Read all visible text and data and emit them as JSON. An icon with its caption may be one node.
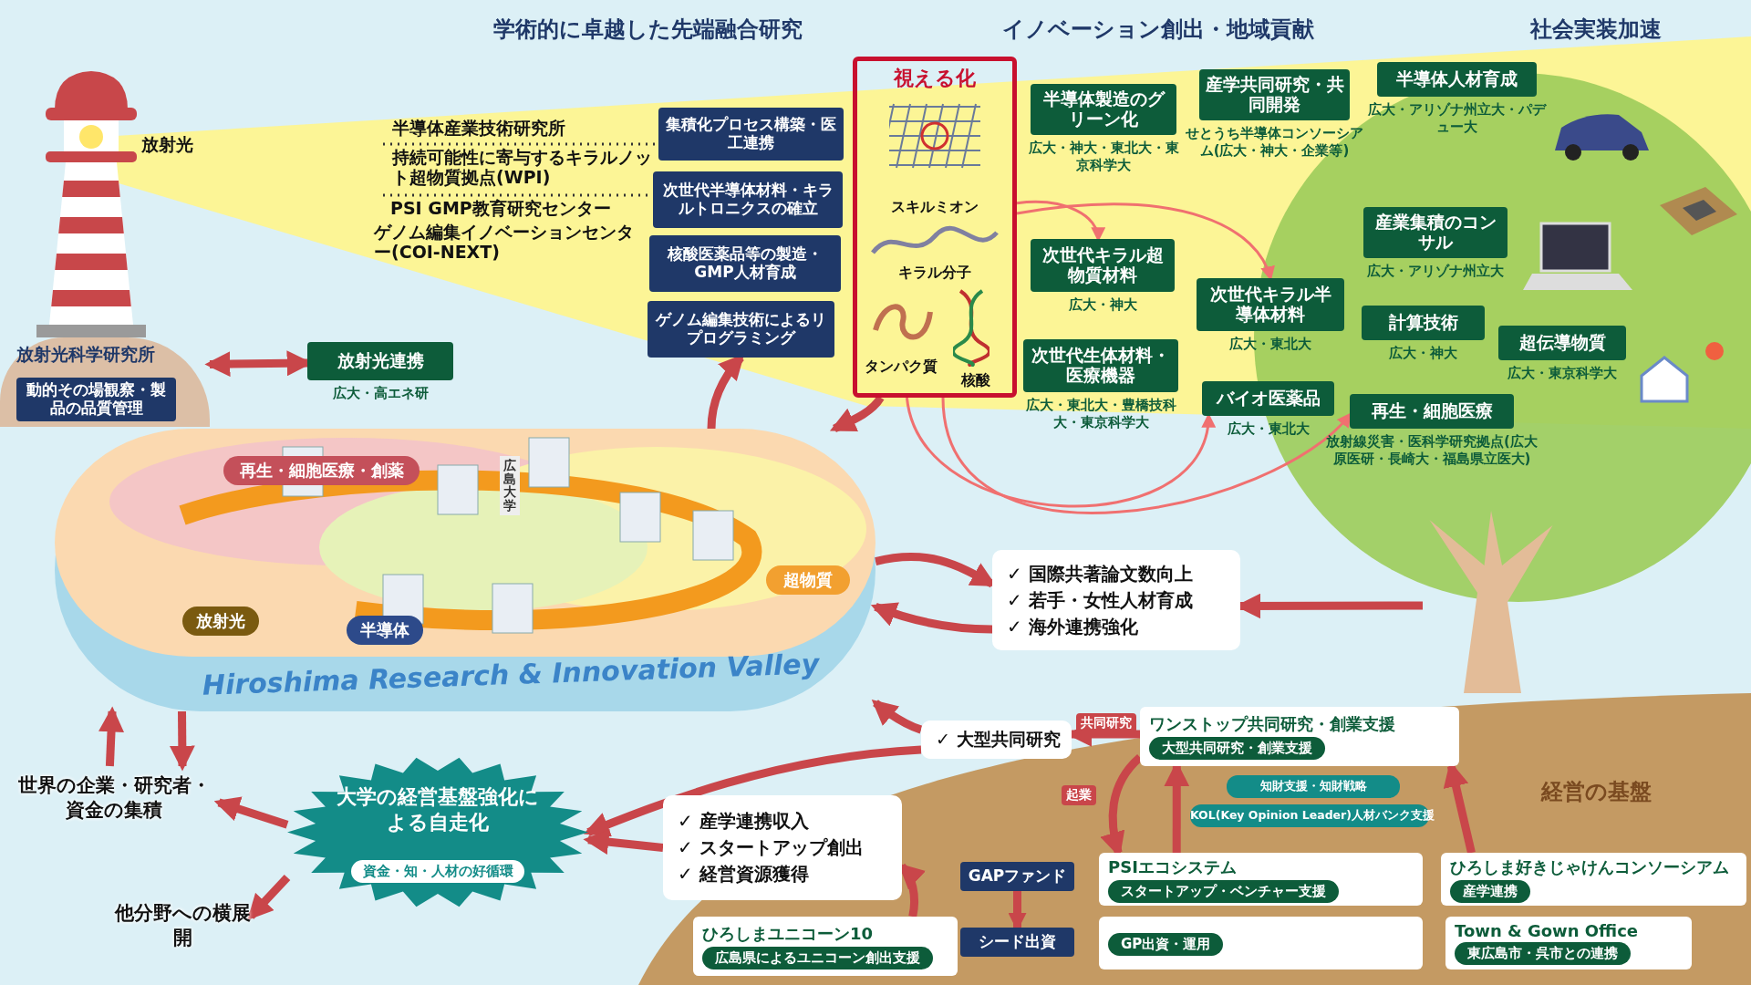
{
  "diagram": {
    "nodes": [
      {
        "text": [
          "放射光科学研究所"
        ]
      },
      {
        "text": [
          "動的その場観察・製品の品質管理"
        ],
        "in": 0
      },
      {
        "text": [
          "放射光連携"
        ],
        "beside": [
          "広大・高エネ研"
        ]
      },
      {
        "text": [
          "集積化プロセス構築・医工連携"
        ]
      },
      {
        "text": [
          "次世代半導体材料・キラルトロニクスの確立"
        ]
      },
      {
        "text": [
          "核酸医薬品等の製造・GMP人材育成"
        ]
      },
      {
        "text": [
          "ゲノム編集技術によるリプログラミング"
        ]
      },
      {
        "text": [
          "視える化",
          "スキルミオン",
          "キラル分子",
          "タンパク質",
          "核酸"
        ]
      },
      {
        "text": [
          "半導体製造のグリーン化"
        ],
        "beside": [
          "広大・神大・東北大・東京科学大"
        ]
      },
      {
        "text": [
          "産学共同研究・共同開発"
        ],
        "beside": [
          "せとうち半導体コンソーシアム(広大・神大・企業等)"
        ]
      },
      {
        "text": [
          "半導体人材育成"
        ],
        "beside": [
          "広大・アリゾナ州立大・パデュー大"
        ]
      },
      {
        "text": [
          "次世代キラル超物質材料"
        ],
        "beside": [
          "広大・神大"
        ]
      },
      {
        "text": [
          "次世代キラル半導体材料"
        ],
        "beside": [
          "広大・東北大"
        ]
      },
      {
        "text": [
          "産業集積のコンサル"
        ],
        "beside": [
          "広大・アリゾナ州立大"
        ]
      },
      {
        "text": [
          "計算技術"
        ],
        "beside": [
          "広大・神大"
        ]
      },
      {
        "text": [
          "超伝導物質"
        ],
        "beside": [
          "広大・東京科学大"
        ]
      },
      {
        "text": [
          "次世代生体材料・医療機器"
        ],
        "beside": [
          "広大・東北大・豊橋技科大・東京科学大"
        ]
      },
      {
        "text": [
          "バイオ医薬品"
        ],
        "beside": [
          "広大・東北大"
        ]
      },
      {
        "text": [
          "再生・細胞医療"
        ],
        "beside": [
          "放射線災害・医科学研究拠点(広大原医研・長崎大・福島県立医大)"
        ]
      },
      {
        "text": [
          "Hiroshima Research & Innovation Valley"
        ]
      },
      {
        "text": [
          "再生・細胞医療・創薬"
        ],
        "in": 19
      },
      {
        "text": [
          "放射光"
        ],
        "in": 19
      },
      {
        "text": [
          "半導体"
        ],
        "in": 19
      },
      {
        "text": [
          "超物質"
        ],
        "in": 19
      },
      {
        "text": [
          "✓ 国際共著論文数向上",
          "✓ 若手・女性人材育成",
          "✓ 海外連携強化"
        ]
      },
      {
        "text": [],
        "shape": "picture"
      },
      {
        "text": [
          "✓ 大型共同研究"
        ]
      },
      {
        "text": [
          "ワンストップ共同研究・創業支援",
          "大型共同研究・創業支援"
        ]
      },
      {
        "text": [
          "大学の経営基盤強化による自走化",
          "資金・知・人材の好循環"
        ]
      },
      {
        "text": [
          "世界の企業・研究者・資金の集積"
        ]
      },
      {
        "text": [
          "✓ 産学連携収入",
          "✓ スタートアップ創出",
          "✓ 経営資源獲得"
        ]
      },
      {
        "text": [
          "他分野への横展開"
        ]
      },
      {
        "text": [
          "GAPファンド"
        ]
      },
      {
        "text": [
          "シード出資"
        ]
      },
      {
        "text": [
          "ひろしまユニコーン10",
          "広島県によるユニコーン創出支援"
        ]
      },
      {
        "text": [
          "PSIエコシステム",
          "スタートアップ・ベンチャー支援"
        ]
      },
      {
        "text": [
          "ひろしま好きじゃけんコンソーシアム",
          "産学連携"
        ]
      },
      {
        "text": [
          "GP出資・運用"
        ]
      },
      {
        "text": [
          "Town & Gown Office",
          "東広島市・呉市との連携"
        ]
      }
    ],
    "edges": [
      {
        "from": 0,
        "to": 2,
        "arrow": "both"
      },
      {
        "from": 19,
        "to": 6,
        "arrow": "to"
      },
      {
        "from": 7,
        "to": 19,
        "arrow": "to"
      },
      {
        "from": 7,
        "to": 11,
        "arrow": "to",
        "color": "#f07070"
      },
      {
        "from": 7,
        "to": 12,
        "arrow": "to",
        "color": "#f07070"
      },
      {
        "from": 7,
        "to": 17,
        "arrow": "to",
        "color": "#f07070"
      },
      {
        "from": 7,
        "to": 18,
        "arrow": "to",
        "color": "#f07070"
      },
      {
        "from": 19,
        "to": 24,
        "arrow": "to"
      },
      {
        "from": 24,
        "to": 19,
        "arrow": "to"
      },
      {
        "from": 25,
        "to": 24,
        "arrow": "to"
      },
      {
        "from": 27,
        "to": 26,
        "arrow": "to",
        "label": "共同研究"
      },
      {
        "from": 26,
        "to": 19,
        "arrow": "to"
      },
      {
        "from": 26,
        "to": 28,
        "arrow": "to"
      },
      {
        "from": 30,
        "to": 28,
        "arrow": "to"
      },
      {
        "from": 28,
        "to": 29,
        "arrow": "to"
      },
      {
        "from": 28,
        "to": 31,
        "arrow": "to"
      },
      {
        "from": 19,
        "to": 29,
        "arrow": "to"
      },
      {
        "from": 29,
        "to": 19,
        "arrow": "to"
      },
      {
        "from": 27,
        "to": 35,
        "arrow": "to",
        "label": "起業"
      },
      {
        "from": 35,
        "to": 27,
        "arrow": "to"
      },
      {
        "from": 36,
        "to": 27,
        "arrow": "to"
      },
      {
        "from": 32,
        "to": 33,
        "arrow": "to"
      },
      {
        "from": 34,
        "to": 30,
        "arrow": "to"
      }
    ],
    "labels": [
      "学術的に卓越した先端融合研究",
      "イノベーション創出・地域貢献",
      "社会実装加速",
      "放射光",
      "半導体産業技術研究所",
      "持続可能性に寄与するキラルノット超物質拠点(WPI)",
      "PSI GMP教育研究センター",
      "ゲノム編集イノベーションセンター(COI-NEXT)",
      "広島大学",
      "経営の基盤",
      "知財支援・知財戦略",
      "KOL(Key Opinion Leader)人材バンク支援"
    ]
  }
}
